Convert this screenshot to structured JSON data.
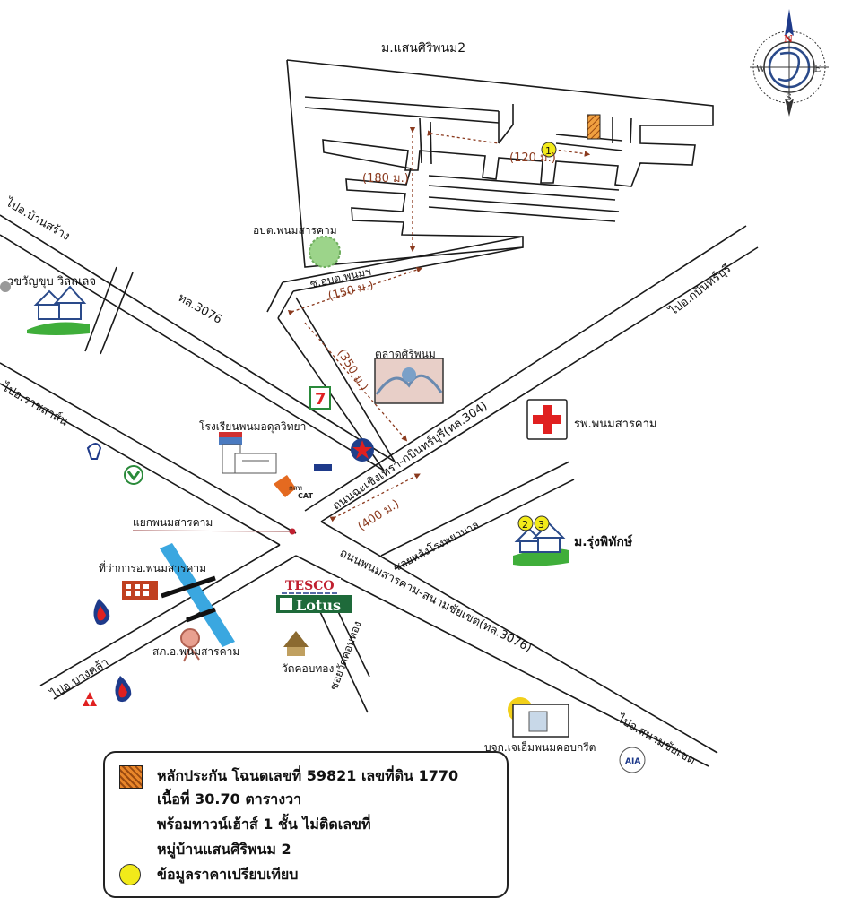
{
  "labels": {
    "village_title": "ม.แสนศิริพนม2",
    "road_ban_sang": "ไปอ.บ้านสร้าง",
    "village_kwanjai": "วขวัญขุบ วิลลเลจ",
    "road_3076": "ทล.3076",
    "sao_office": "อบต.พนมสารคาม",
    "soi_sao": "ซ.อบต.พนมฯ",
    "market": "ตลาดศิริพนม",
    "road_kabinburi": "ไปอ.กบินทร์บุรี",
    "road_ratchasan": "ไปอ.ราชสาส์น",
    "school": "โรงเรียนพนมอดุลวิทยา",
    "hospital": "รพ.พนมสารคาม",
    "road_304": "ถนนฉะเชิงเทรา-กบินทร์บุรี(ทล.304)",
    "intersection": "แยกพนมสารคาม",
    "soi_hospital": "ซอยหลังโรงพยาบาล",
    "village_rungpitak": "ม.รุ่งพิทักษ์",
    "district_office": "ที่ว่าการอ.พนมสารคาม",
    "road_phanom_sanam": "ถนนพนมสารคาม-สนามชัยเขต(ทล.3076)",
    "soi_wat": "ซอยวัดคอบทอง",
    "police": "สภ.อ.พนมสารคาม",
    "temple": "วัดคอบทอง",
    "road_bang_khla": "ไปอ.บางคล้า",
    "road_sanam_chai": "ไปอ.สนามชัยเขต",
    "concrete_company": "บจก.เจเอ็มพนมคอบกรีต",
    "cat_brand": "CAT",
    "cat_brand_th": "กสท",
    "tesco_brand": "TESCO",
    "lotus_brand": "Lotus",
    "aia_brand": "AIA"
  },
  "distances": {
    "d120": "(120 ม.)",
    "d180": "(180 ม.)",
    "d150": "(150 ม.)",
    "d350": "(350 ม.)",
    "d400": "(400 ม.)"
  },
  "markers": {
    "m1": "1",
    "m2": "2",
    "m3": "3"
  },
  "compass": {
    "n": "N",
    "s": "S",
    "e": "E",
    "w": "W"
  },
  "legend": {
    "line1": "หลักประกัน โฉนดเลขที่ 59821 เลขที่ดิน 1770",
    "line2": "เนื้อที่ 30.70 ตารางวา",
    "line3": "พร้อมทาวน์เฮ้าส์ 1 ชั้น ไม่ติดเลขที่",
    "line4": "หมู่บ้านแสนศิริพนม 2",
    "line5": "ข้อมูลราคาเปรียบเทียบ"
  },
  "colors": {
    "road_outline": "#1a1a1a",
    "distance_text": "#8b3a1e",
    "subject_plot": "#e8862a",
    "comparison_marker": "#f2ea1a",
    "hospital_red": "#e02020",
    "river_blue": "#3aa7e0",
    "village_green": "#3fae3a"
  }
}
